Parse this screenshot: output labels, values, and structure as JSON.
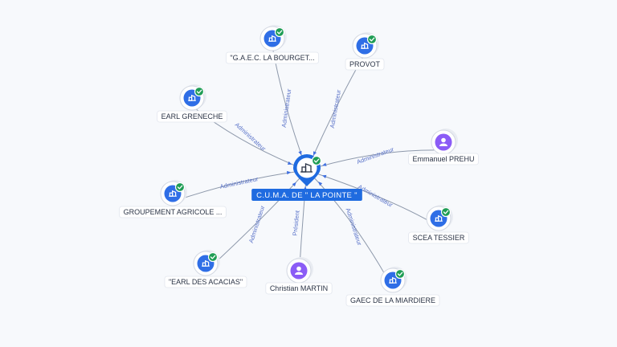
{
  "center": {
    "label": "C.U.M.A. DE \" LA POINTE \"",
    "type": "company",
    "verified": true
  },
  "colors": {
    "company": "#2f6ee6",
    "person": "#8b5cf6",
    "verified": "#1f9d55",
    "edge": "#8e99ab",
    "edge_label": "#5a73c9",
    "center": "#1f6be0"
  },
  "nodes": [
    {
      "id": "gaec-bourget",
      "label": "\"G.A.E.C. LA BOURGET...",
      "type": "company",
      "verified": true,
      "relation": "Administrateur"
    },
    {
      "id": "provot",
      "label": "PROVOT",
      "type": "company",
      "verified": true,
      "relation": "Administrateur"
    },
    {
      "id": "earl-greneche",
      "label": "EARL GRENECHE",
      "type": "company",
      "verified": true,
      "relation": "Administrateur"
    },
    {
      "id": "emmanuel-prehu",
      "label": "Emmanuel PREHU",
      "type": "person",
      "verified": false,
      "relation": "Administrateur"
    },
    {
      "id": "groupement-agricole",
      "label": "GROUPEMENT AGRICOLE ...",
      "type": "company",
      "verified": true,
      "relation": "Administrateur"
    },
    {
      "id": "scea-tessier",
      "label": "SCEA TESSIER",
      "type": "company",
      "verified": true,
      "relation": "Administrateur"
    },
    {
      "id": "earl-acacias",
      "label": "\"EARL DES ACACIAS\"",
      "type": "company",
      "verified": true,
      "relation": "Administrateur"
    },
    {
      "id": "christian-martin",
      "label": "Christian MARTIN",
      "type": "person",
      "verified": false,
      "relation": "Président"
    },
    {
      "id": "gaec-miardiere",
      "label": "GAEC DE LA MIARDIERE",
      "type": "company",
      "verified": true,
      "relation": "Administrateur"
    }
  ]
}
